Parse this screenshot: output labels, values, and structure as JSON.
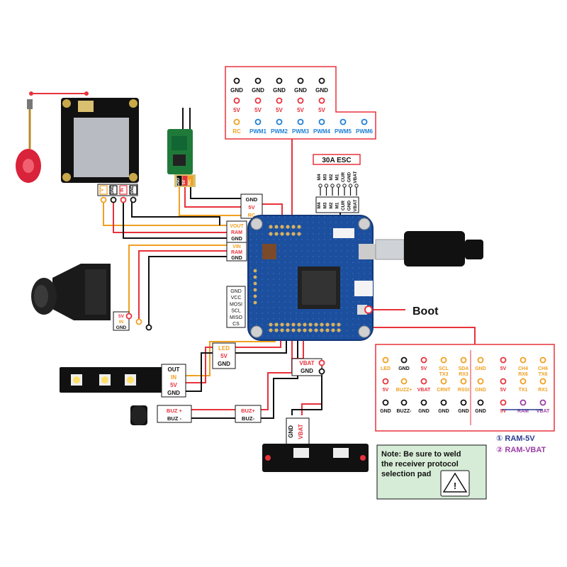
{
  "colors": {
    "red": "#e8323c",
    "orange": "#f0a020",
    "blue": "#1e7fd6",
    "black": "#111111",
    "board_blue": "#1c4f9e",
    "purple": "#9b3fa6",
    "navy": "#2a3c8f",
    "note_bg": "#d7ecd7"
  },
  "pwm_header": {
    "gnd_row": [
      "GND",
      "GND",
      "GND",
      "GND",
      "GND"
    ],
    "v5_row": [
      "5V",
      "5V",
      "5V",
      "5V",
      "5V"
    ],
    "signal_row": [
      "RC",
      "PWM1",
      "PWM2",
      "PWM3",
      "PWM4",
      "PWM5",
      "PWM6"
    ]
  },
  "esc": {
    "title": "30A ESC",
    "top_pins": [
      "M4",
      "M3",
      "M2",
      "M1",
      "CUR",
      "GND",
      "VBAT"
    ],
    "bottom_pins": [
      "M4",
      "M3",
      "M2",
      "M1",
      "CUR",
      "GND",
      "VBAT"
    ]
  },
  "receiver": {
    "pins": [
      "GND",
      "5V",
      "RC"
    ],
    "labels": [
      "GND",
      "5V",
      "RC"
    ]
  },
  "vtx": {
    "pins": [
      "V",
      "GND",
      "IN",
      "GND"
    ],
    "fc_labels": [
      "VOUT",
      "RAM",
      "GND"
    ]
  },
  "camera": {
    "pins": [
      "5V",
      "IN",
      "GND"
    ],
    "fc_labels": [
      "VIN",
      "RAM",
      "GND"
    ]
  },
  "spi": {
    "labels": [
      "GND",
      "VCC",
      "MOSI",
      "SCL",
      "MISO",
      "CS"
    ]
  },
  "boot_label": "Boot",
  "led_strip": {
    "labels": [
      "OUT",
      "IN",
      "5V",
      "GND"
    ],
    "fc_labels": [
      "LED",
      "5V",
      "GND"
    ]
  },
  "buzzer": {
    "labels": [
      "BUZ +",
      "BUZ -"
    ],
    "fc_labels": [
      "BUZ+",
      "BUZ-"
    ]
  },
  "vbat_box": {
    "labels": [
      "VBAT",
      "GND"
    ]
  },
  "pdb": {
    "vertical_labels": [
      "GND",
      "VBAT"
    ]
  },
  "pin_table": {
    "row1": [
      "LED",
      "GND",
      "5V",
      "SCL\nTX3",
      "SDA\nRX3",
      "GND",
      "5V",
      "CH4\nRX6",
      "CH6\nTX6"
    ],
    "row2": [
      "5V",
      "BUZZ+",
      "VBAT",
      "CRNT",
      "RSSI",
      "GND",
      "5V",
      "TX1",
      "RX1"
    ],
    "row3": [
      "GND",
      "BUZZ-",
      "GND",
      "GND",
      "GND",
      "GND",
      "5V",
      "RAM",
      "VBAT"
    ]
  },
  "legend": {
    "ram5v": "① RAM-5V",
    "ramvbat": "② RAM-VBAT"
  },
  "note": {
    "lines": [
      "Note: Be sure to weld",
      "the receiver protocol",
      "selection pad"
    ]
  }
}
